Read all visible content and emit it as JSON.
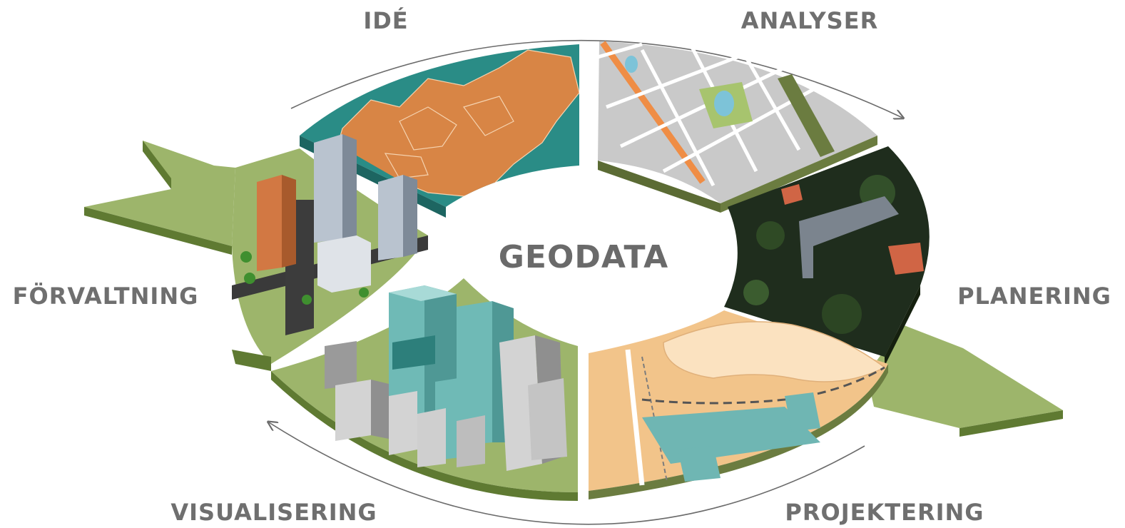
{
  "center": {
    "label": "GEODATA"
  },
  "stages": {
    "ide": "IDÉ",
    "analyser": "ANALYSER",
    "planering": "PLANERING",
    "projektering": "PROJEKTERING",
    "visualisering": "VISUALISERING",
    "forvaltning": "FÖRVALTNING"
  },
  "colors": {
    "label": "#6f6f6f",
    "green": "#8fa85c",
    "sea": "#2a8c86",
    "land": "#d88545",
    "map_gray": "#c8c8c8",
    "aerial": "#1f2d1d",
    "sand": "#f2c48a",
    "teal_building": "#6fbab6"
  }
}
